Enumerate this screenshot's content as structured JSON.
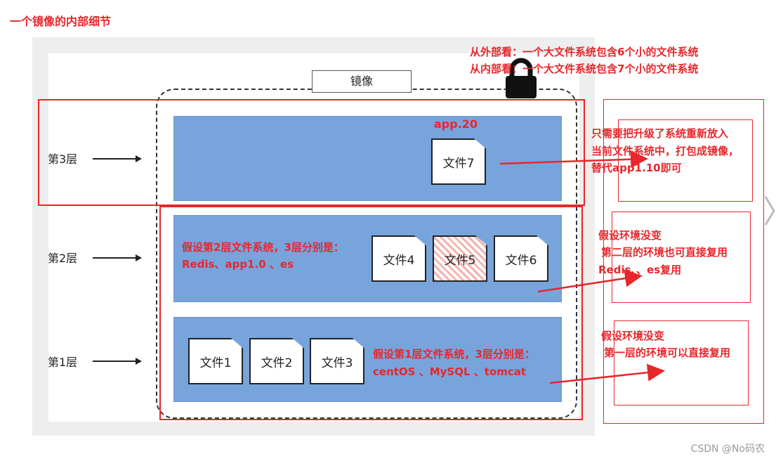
{
  "title": "一个镜像的内部细节",
  "image_label": "镜像",
  "layers": [
    {
      "label": "第3层"
    },
    {
      "label": "第2层"
    },
    {
      "label": "第1层"
    }
  ],
  "files": {
    "f1": "文件1",
    "f2": "文件2",
    "f3": "文件3",
    "f4": "文件4",
    "f5": "文件5",
    "f6": "文件6",
    "f7": "文件7"
  },
  "annotations": {
    "top_line1": "从外部看：一个大文件系统包含6个小的文件系统",
    "top_line2": "从内部看：一个大文件系统包含7个小的文件系统",
    "layer3_tag": "app.20",
    "layer2_line1": "假设第2层文件系统，3层分别是：",
    "layer2_line2": "Redis、app1.0 、es",
    "layer1_line1": "假设第1层文件系统，3层分别是：",
    "layer1_line2": "centOS 、MySQL 、tomcat",
    "right_note1_line1": "只需要把升级了系统重新放入",
    "right_note1_line2": "当前文件系统中，打包成镜像，",
    "right_note1_line3": "替代app1.10即可",
    "right_note2_line1": "假设环境没变",
    "right_note2_line2": "第二层的环境也可直接复用",
    "right_note2_line3": "Redis、、es复用",
    "right_note3_line1": "假设环境没变",
    "right_note3_line2": "第一层的环境可以直接复用"
  },
  "watermark": "CSDN @No码农",
  "colors": {
    "layer_fill": "#78a4dc",
    "annotation_red": "#e8262b"
  },
  "icons": [
    "lock-icon",
    "chevron-right-icon"
  ]
}
